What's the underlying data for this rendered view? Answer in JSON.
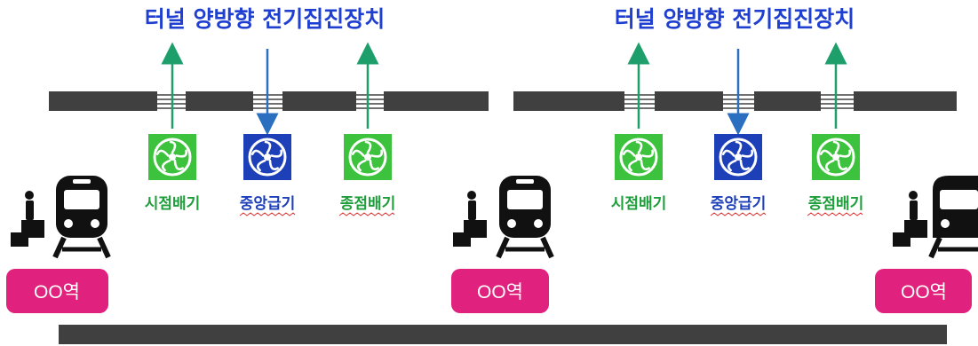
{
  "sections": [
    {
      "title": "터널 양방향 전기집진장치",
      "fans": [
        {
          "label": "시점배기",
          "kind": "exhaust"
        },
        {
          "label": "중앙급기",
          "kind": "supply"
        },
        {
          "label": "종점배기",
          "kind": "exhaust"
        }
      ]
    },
    {
      "title": "터널 양방향 전기집진장치",
      "fans": [
        {
          "label": "시점배기",
          "kind": "exhaust"
        },
        {
          "label": "중앙급기",
          "kind": "supply"
        },
        {
          "label": "종점배기",
          "kind": "exhaust"
        }
      ]
    }
  ],
  "stations": [
    {
      "label": "OO역"
    },
    {
      "label": "OO역"
    },
    {
      "label": "OO역"
    }
  ],
  "colors": {
    "title": "#1f3fd0",
    "exhaust_fan": "#3cc23c",
    "exhaust_label": "#1e9e3a",
    "exhaust_arrow": "#1e9e6a",
    "supply_fan": "#1d3fb8",
    "supply_label": "#1d3fb8",
    "supply_arrow": "#2a6fc0",
    "station_badge": "#e0217d",
    "rail": "#404040",
    "icon": "#111111"
  },
  "icons": [
    "fan-icon",
    "train-icon",
    "person-icon"
  ]
}
